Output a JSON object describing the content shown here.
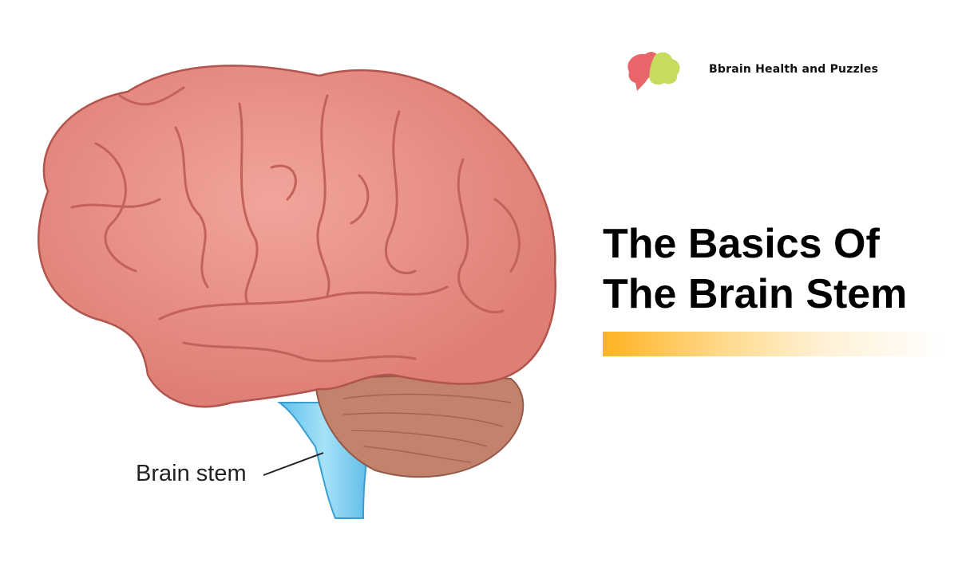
{
  "brand": {
    "name": "Bbrain Health and Puzzles",
    "logo_icon": "brain-logo-icon",
    "logo_colors": [
      "#e8666a",
      "#c7dc5e"
    ]
  },
  "article": {
    "title_line1": "The Basics Of",
    "title_line2": "The Brain Stem",
    "accent_color": "#ffb320"
  },
  "illustration": {
    "label": "Brain stem",
    "cerebrum_color": "#e98f86",
    "cerebellum_color": "#c07f68",
    "stem_color": "#7fcff0"
  }
}
